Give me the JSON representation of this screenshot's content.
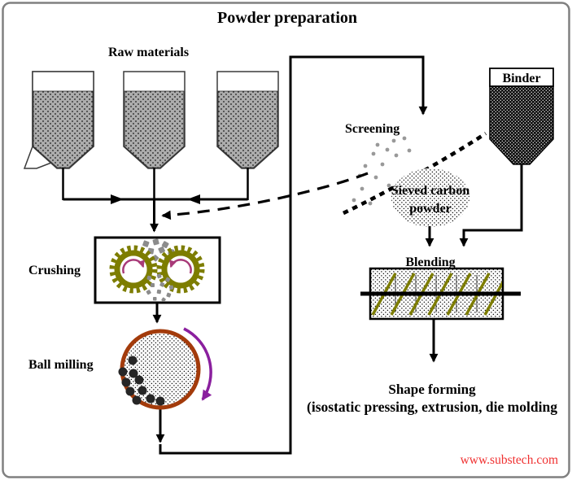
{
  "title": "Powder preparation",
  "labels": {
    "raw_materials": "Raw materials",
    "binder": "Binder",
    "screening": "Screening",
    "sieved_carbon_line1": "Sieved carbon",
    "sieved_carbon_line2": "powder",
    "crushing": "Crushing",
    "ball_milling": "Ball milling",
    "blending": "Blending",
    "shape_forming_line1": "Shape forming",
    "shape_forming_line2": "(isostatic pressing, extrusion, die molding"
  },
  "watermark": "www.substech.com",
  "colors": {
    "border": "#808080",
    "line": "#000000",
    "gear": "#7d7d00",
    "gear-arrow": "#a83a78",
    "mill-arrow": "#8a1f9e",
    "mill-rim": "#a33b0b",
    "screw": "#7d7d00",
    "particles": "#8c8c8c",
    "screen-dots": "#999999",
    "url": "#f03030",
    "hopper-fill": "#acacac"
  }
}
